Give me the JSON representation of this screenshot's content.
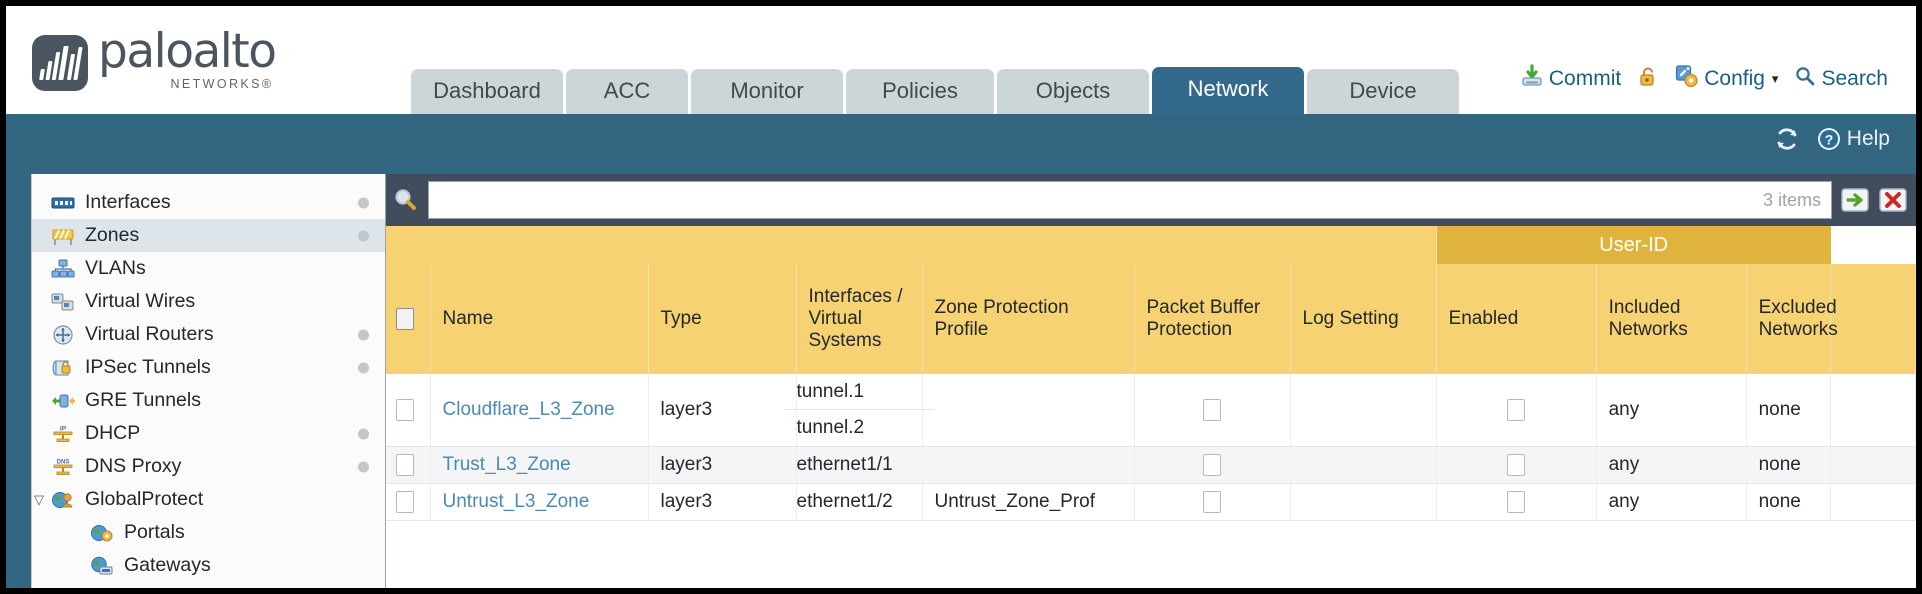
{
  "brand": {
    "name": "paloalto",
    "sub": "NETWORKS®"
  },
  "nav": {
    "tabs": [
      {
        "label": "Dashboard",
        "active": false,
        "width": 152
      },
      {
        "label": "ACC",
        "active": false,
        "width": 122
      },
      {
        "label": "Monitor",
        "active": false,
        "width": 152
      },
      {
        "label": "Policies",
        "active": false,
        "width": 148
      },
      {
        "label": "Objects",
        "active": false,
        "width": 152
      },
      {
        "label": "Network",
        "active": true,
        "width": 152
      },
      {
        "label": "Device",
        "active": false,
        "width": 152
      }
    ]
  },
  "topactions": {
    "commit_label": "Commit",
    "commit_icon": "commit-download-icon",
    "lock_icon": "unlocked-padlock-icon",
    "config_label": "Config",
    "config_icon": "config-wrench-icon",
    "config_caret": "▾",
    "search_label": "Search",
    "search_icon": "search-magnifier-icon"
  },
  "band": {
    "refresh_icon": "refresh-icon",
    "help_label": "Help",
    "help_icon": "help-question-icon"
  },
  "sidebar": {
    "items": [
      {
        "label": "Interfaces",
        "icon": "interfaces-icon",
        "dot": true,
        "child": false,
        "caret": "",
        "selected": false
      },
      {
        "label": "Zones",
        "icon": "zones-icon",
        "dot": true,
        "child": false,
        "caret": "",
        "selected": true
      },
      {
        "label": "VLANs",
        "icon": "vlans-icon",
        "dot": false,
        "child": false,
        "caret": "",
        "selected": false
      },
      {
        "label": "Virtual Wires",
        "icon": "virtual-wires-icon",
        "dot": false,
        "child": false,
        "caret": "",
        "selected": false
      },
      {
        "label": "Virtual Routers",
        "icon": "virtual-routers-icon",
        "dot": true,
        "child": false,
        "caret": "",
        "selected": false
      },
      {
        "label": "IPSec Tunnels",
        "icon": "ipsec-tunnels-icon",
        "dot": true,
        "child": false,
        "caret": "",
        "selected": false
      },
      {
        "label": "GRE Tunnels",
        "icon": "gre-tunnels-icon",
        "dot": false,
        "child": false,
        "caret": "",
        "selected": false
      },
      {
        "label": "DHCP",
        "icon": "dhcp-icon",
        "dot": true,
        "child": false,
        "caret": "",
        "selected": false
      },
      {
        "label": "DNS Proxy",
        "icon": "dns-proxy-icon",
        "dot": true,
        "child": false,
        "caret": "",
        "selected": false
      },
      {
        "label": "GlobalProtect",
        "icon": "globalprotect-icon",
        "dot": false,
        "child": false,
        "caret": "▽",
        "selected": false
      },
      {
        "label": "Portals",
        "icon": "portals-icon",
        "dot": false,
        "child": true,
        "caret": "",
        "selected": false
      },
      {
        "label": "Gateways",
        "icon": "gateways-icon",
        "dot": false,
        "child": true,
        "caret": "",
        "selected": false
      }
    ]
  },
  "search": {
    "icon": "search-magnifier-icon",
    "value": "",
    "placeholder": "",
    "items_count": "3 items",
    "apply_icon": "apply-arrow-icon",
    "clear_icon": "clear-x-icon"
  },
  "table": {
    "group_header": "User-ID",
    "columns": [
      "Name",
      "Type",
      "Interfaces / Virtual Systems",
      "Zone Protection Profile",
      "Packet Buffer Protection",
      "Log Setting",
      "Enabled",
      "Included Networks",
      "Excluded Networks"
    ],
    "rows": [
      {
        "selected": false,
        "name": "Cloudflare_L3_Zone",
        "type": "layer3",
        "interfaces": [
          "tunnel.1",
          "tunnel.2"
        ],
        "zone_protection_profile": "",
        "packet_buffer_protection": false,
        "log_setting": "",
        "user_id_enabled": false,
        "included_networks": "any",
        "excluded_networks": "none"
      },
      {
        "selected": false,
        "name": "Trust_L3_Zone",
        "type": "layer3",
        "interfaces": [
          "ethernet1/1"
        ],
        "zone_protection_profile": "",
        "packet_buffer_protection": false,
        "log_setting": "",
        "user_id_enabled": false,
        "included_networks": "any",
        "excluded_networks": "none"
      },
      {
        "selected": false,
        "name": "Untrust_L3_Zone",
        "type": "layer3",
        "interfaces": [
          "ethernet1/2"
        ],
        "zone_protection_profile": "Untrust_Zone_Prof",
        "packet_buffer_protection": false,
        "log_setting": "",
        "user_id_enabled": false,
        "included_networks": "any",
        "excluded_networks": "none"
      }
    ]
  },
  "colors": {
    "brand_blue": "#336680",
    "active_tab": "#336a8c",
    "tab_bg": "#ccd6d9",
    "header_amber": "#f7d272",
    "group_amber": "#e0b43c",
    "searchbar_slate": "#414d5c",
    "link_blue": "#4a8ab5"
  }
}
